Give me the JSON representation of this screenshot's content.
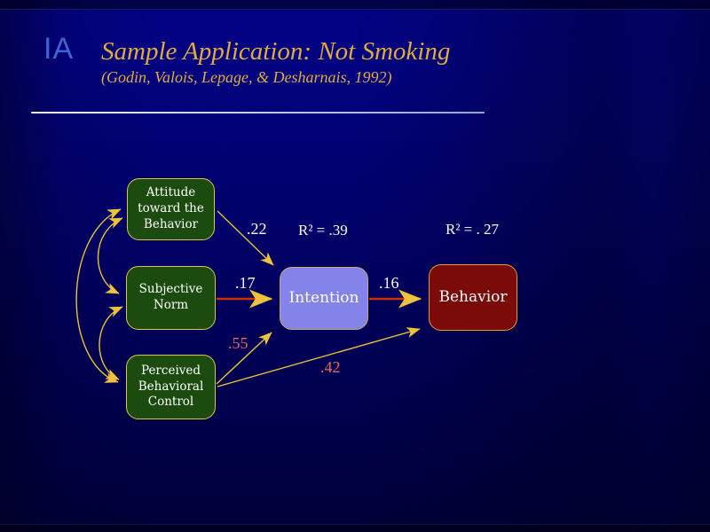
{
  "slide": {
    "logo_text": "IA",
    "title": "Sample Application: Not Smoking",
    "subtitle": "(Godin, Valois, Lepage, & Desharnais, 1992)"
  },
  "diagram": {
    "type": "path-model",
    "nodes": [
      {
        "id": "attitude",
        "label": "Attitude toward the Behavior",
        "role": "predictor"
      },
      {
        "id": "subjective-norm",
        "label": "Subjective Norm",
        "role": "predictor"
      },
      {
        "id": "perceived-behavioral-control",
        "label": "Perceived Behavioral Control",
        "role": "predictor"
      },
      {
        "id": "intention",
        "label": "Intention",
        "role": "mediator",
        "r_squared": "R² = .39"
      },
      {
        "id": "behavior",
        "label": "Behavior",
        "role": "outcome",
        "r_squared": "R² = . 27"
      }
    ],
    "paths": [
      {
        "from": "attitude",
        "to": "intention",
        "coefficient": ".22"
      },
      {
        "from": "subjective-norm",
        "to": "intention",
        "coefficient": ".17"
      },
      {
        "from": "perceived-behavioral-control",
        "to": "intention",
        "coefficient": ".55"
      },
      {
        "from": "perceived-behavioral-control",
        "to": "behavior",
        "coefficient": ".42"
      },
      {
        "from": "intention",
        "to": "behavior",
        "coefficient": ".16"
      }
    ],
    "correlations": [
      {
        "between": [
          "attitude",
          "subjective-norm"
        ]
      },
      {
        "between": [
          "subjective-norm",
          "perceived-behavioral-control"
        ]
      },
      {
        "between": [
          "attitude",
          "perceived-behavioral-control"
        ]
      }
    ]
  },
  "colors": {
    "background_top": "#020284",
    "background_bottom": "#000038",
    "title_gold": "#e0ab3e",
    "logo_blue": "#3e63d6",
    "predictor_fill": "#1c4b10",
    "predictor_border": "#d9c942",
    "intention_fill": "#8383ea",
    "intention_border": "#c9a96b",
    "behavior_fill": "#7b0b09",
    "behavior_border": "#e29a33",
    "arrow_yellow": "#eec23c",
    "arrow_red": "#ce3000",
    "coefficient_white": "#ffffff",
    "coefficient_red": "#e4695a"
  }
}
